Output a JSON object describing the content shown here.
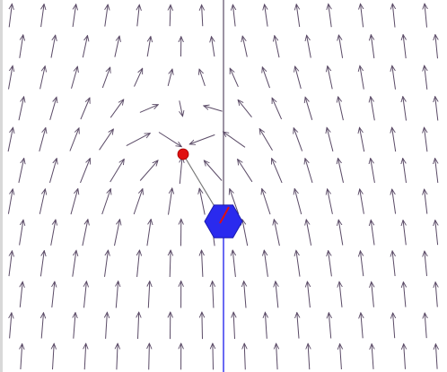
{
  "diagram": {
    "field": {
      "arrow_color": "#5a4a66",
      "grid_cols": 14,
      "grid_rows": 12,
      "source": {
        "x": -0.09,
        "y": 0.15
      },
      "strength": 0.58
    },
    "charge": {
      "name": "small-red-charge",
      "color": "#e01010",
      "position": {
        "x": -0.09,
        "y": 0.15
      }
    },
    "probe": {
      "name": "blue-hexagon-probe",
      "color": "#2a2aee",
      "marker_color": "#e01010",
      "position": {
        "x": 0.0,
        "y": 0.0
      }
    },
    "vertical_line_color": "#2a2aee",
    "link_line_color": "#777777"
  }
}
